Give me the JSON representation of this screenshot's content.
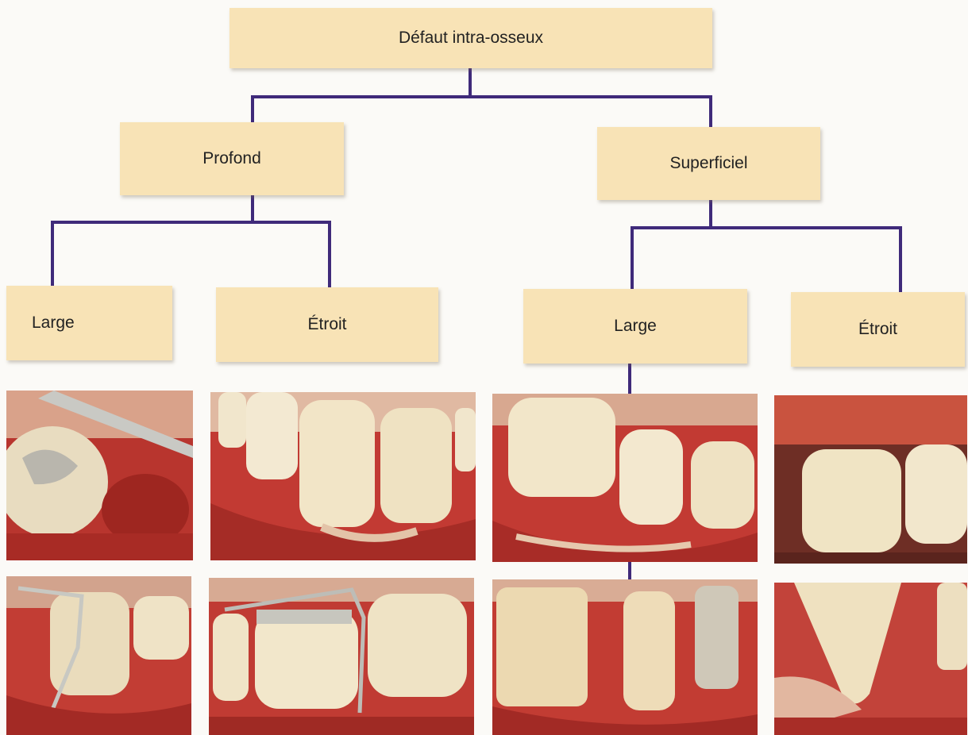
{
  "diagram": {
    "root": {
      "label": "Défaut intra-osseux"
    },
    "branches": [
      {
        "label": "Profond",
        "children": [
          {
            "label": "Large"
          },
          {
            "label": "Étroit"
          }
        ]
      },
      {
        "label": "Superficiel",
        "children": [
          {
            "label": "Large"
          },
          {
            "label": "Étroit"
          }
        ]
      }
    ]
  },
  "colors": {
    "connector": "#3f2a7a",
    "box_fill": "#f8e3b6",
    "tissue": "#c9413a",
    "tooth": "#efe3c6"
  },
  "photos": [
    {
      "id": "deep-wide-before",
      "subject": "clinical photo of molar with amalgam filling and instrument"
    },
    {
      "id": "deep-narrow-before",
      "subject": "clinical photo of lower teeth with defect"
    },
    {
      "id": "shallow-wide-before",
      "subject": "clinical photo of lower premolars and molar"
    },
    {
      "id": "shallow-narrow-before",
      "subject": "clinical photo of two teeth after flap"
    },
    {
      "id": "deep-wide-probe",
      "subject": "clinical photo with periodontal probe"
    },
    {
      "id": "deep-narrow-probe",
      "subject": "clinical photo with probe and rubber dam clamp"
    },
    {
      "id": "shallow-wide-after",
      "subject": "clinical photo of prepared teeth and metal post"
    },
    {
      "id": "shallow-narrow-after",
      "subject": "clinical photo of single tooth root"
    }
  ]
}
